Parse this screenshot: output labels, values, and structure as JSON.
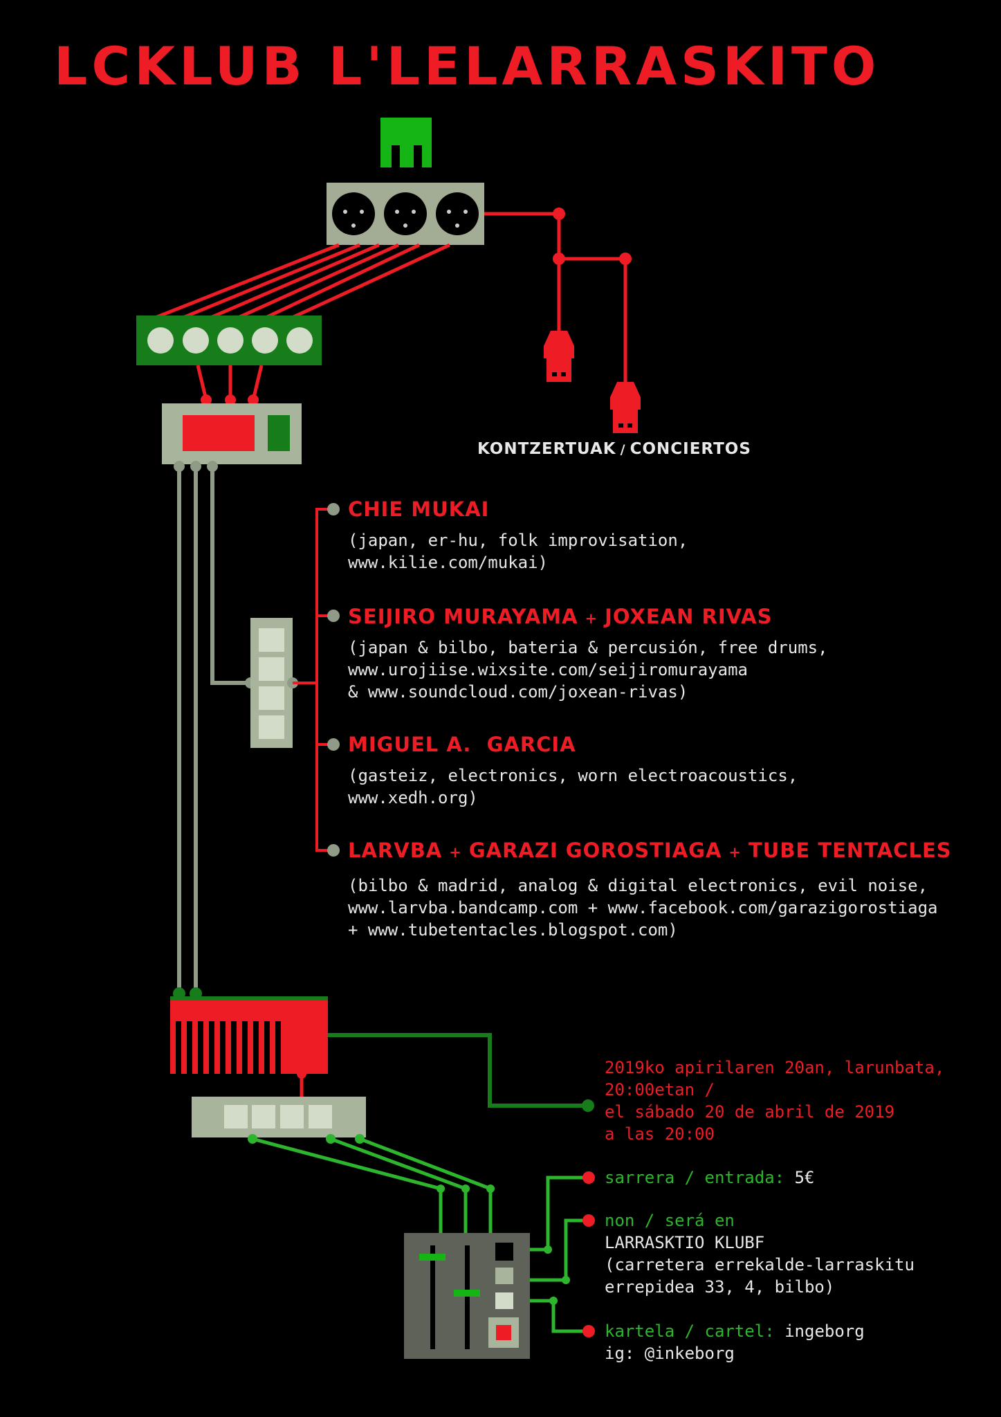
{
  "title": "LCKLUB L'LELARRASKITO",
  "section": {
    "eu": "KONTZERTUAK",
    "separator": "/",
    "es": "CONCIERTOS"
  },
  "acts": [
    {
      "names": [
        "CHIE MUKAI"
      ],
      "description": "(japan, er-hu, folk improvisation,\nwww.kilie.com/mukai)"
    },
    {
      "names": [
        "SEIJIRO MURAYAMA",
        "JOXEAN RIVAS"
      ],
      "description": "(japan & bilbo, bateria & percusión, free drums,\nwww.urojiise.wixsite.com/seijiromurayama\n& www.soundcloud.com/joxean-rivas)"
    },
    {
      "names": [
        "MIGUEL A.  GARCIA"
      ],
      "description": "(gasteiz, electronics, worn electroacoustics,\nwww.xedh.org)"
    },
    {
      "names": [
        "LARVBA",
        "GARAZI GOROSTIAGA",
        "TUBE TENTACLES"
      ],
      "description": "(bilbo & madrid, analog & digital electronics, evil noise,\nwww.larvba.bandcamp.com + www.facebook.com/garazigorostiaga\n+ www.tubetentacles.blogspot.com)"
    }
  ],
  "plus_sign": "+",
  "date": "2019ko apirilaren 20an, larunbata,\n20:00etan /\nel sábado 20 de abril de 2019\na las 20:00",
  "entry": {
    "label": "sarrera / entrada:",
    "value": " 5€"
  },
  "venue": {
    "label": "non / será en",
    "value": "LARRASKTIO KLUBF\n(carretera errekalde-larraskitu\nerrepidea 33, 4, bilbo)"
  },
  "poster": {
    "label": "kartela / cartel:",
    "value": " ingeborg",
    "handle": "ig: @inkeborg"
  },
  "colors": {
    "red": "#ee1c25",
    "green": "#2db52d",
    "dark_green": "#167d1a",
    "gray": "#a8b59c",
    "white": "#e8e8e8"
  }
}
